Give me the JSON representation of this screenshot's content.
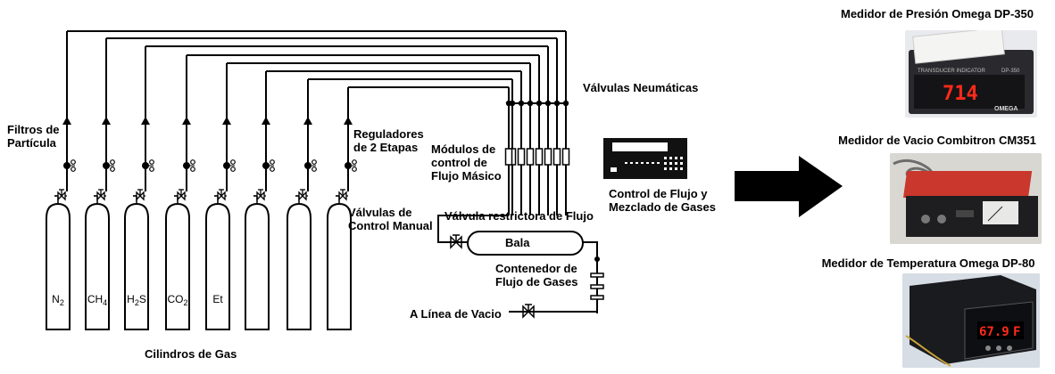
{
  "gas_labels": [
    "N2",
    "CH4",
    "H2S",
    "CO2",
    "Et",
    "",
    "",
    ""
  ],
  "gas_label_parts": [
    {
      "main": "N",
      "sub": "2"
    },
    {
      "main": "CH",
      "sub": "4"
    },
    {
      "main": "H",
      "sub": "2",
      "tail": "S"
    },
    {
      "main": "CO",
      "sub": "2"
    },
    {
      "main": "Et",
      "sub": ""
    }
  ],
  "labels": {
    "filtros_1": "Filtros de",
    "filtros_2": "Partícula",
    "reguladores_1": "Reguladores",
    "reguladores_2": "de 2 Etapas",
    "valvulas_neumaticas": "Válvulas Neumáticas",
    "modulos_1": "Módulos de",
    "modulos_2": "control de",
    "modulos_3": "Flujo  Másico",
    "control_1": "Control de Flujo y",
    "control_2": "Mezclado de Gases",
    "valvulas_manual_1": "Válvulas de",
    "valvulas_manual_2": "Control Manual",
    "valvula_restrictora": "Válvula restrictora de Flujo",
    "bala": "Bala",
    "contenedor_1": "Contenedor de",
    "contenedor_2": "Flujo de Gases",
    "linea_vacio": "A Línea de Vacio",
    "cilindros": "Cilindros de Gas"
  },
  "photos": {
    "presion_title": "Medidor de Presión Omega DP-350",
    "presion_display": "714",
    "presion_brand": "OMEGA",
    "presion_model": "DP-350",
    "presion_panel_text": "TRANSDUCER INDICATOR",
    "vacio_title": "Medidor de Vacio Combitron CM351",
    "temperatura_title": "Medidor de Temperatura Omega DP-80",
    "temperatura_display": "67.9",
    "temperatura_unit": "F"
  },
  "colors": {
    "line": "#000000",
    "display_red": "#ff2a1a",
    "arrow": "#000000"
  }
}
